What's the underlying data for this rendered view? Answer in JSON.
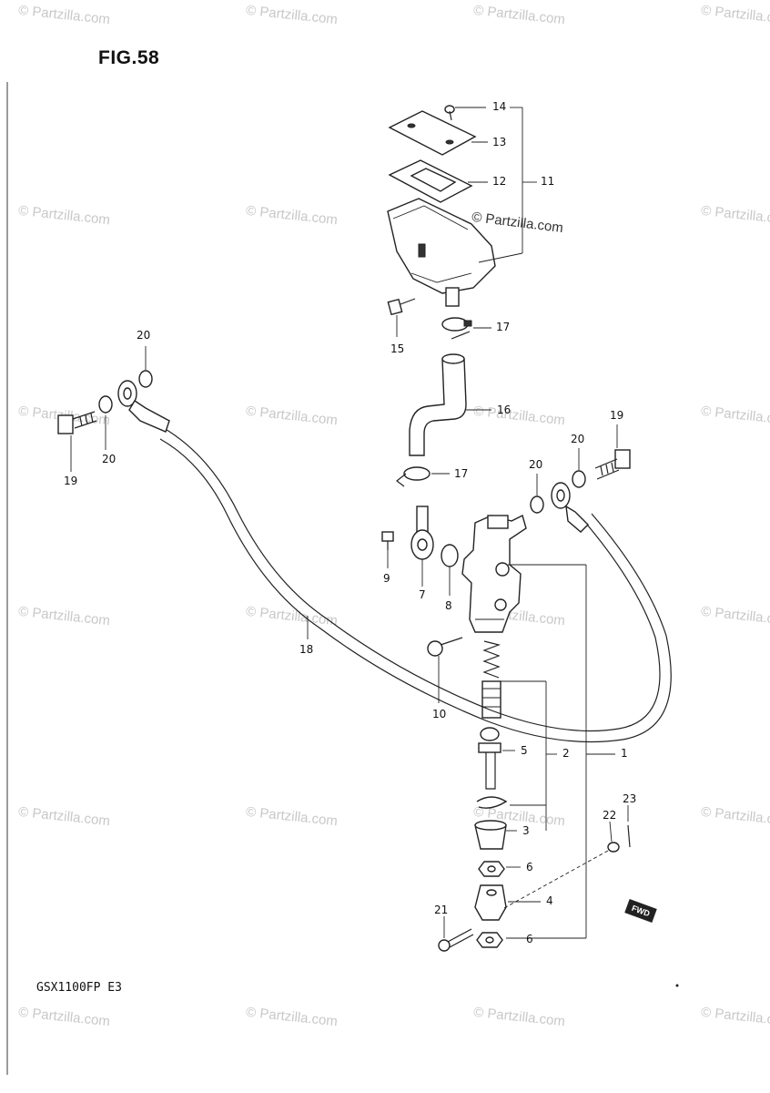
{
  "figure": {
    "title": "FIG.58",
    "model_code": "GSX1100FP  E3",
    "fwd_label": "FWD"
  },
  "watermark": {
    "text": "© Partzilla.com",
    "overlay_text": "© Partzilla.com"
  },
  "callouts": {
    "c1": "1",
    "c2": "2",
    "c3": "3",
    "c4": "4",
    "c5": "5",
    "c6a": "6",
    "c6b": "6",
    "c7": "7",
    "c8": "8",
    "c9": "9",
    "c10": "10",
    "c11": "11",
    "c12": "12",
    "c13": "13",
    "c14": "14",
    "c15": "15",
    "c16": "16",
    "c17a": "17",
    "c17b": "17",
    "c18": "18",
    "c19a": "19",
    "c19b": "19",
    "c20a": "20",
    "c20b": "20",
    "c20c": "20",
    "c21": "21",
    "c22": "22",
    "c23": "23"
  }
}
